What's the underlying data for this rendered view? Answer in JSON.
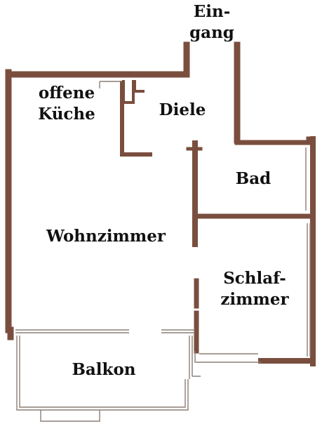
{
  "plan": {
    "wall_color": "#7a4e3e",
    "thin_line_color": "#8c7e76",
    "background": "#ffffff"
  },
  "rooms": {
    "eingang": [
      "Ein-",
      "gang"
    ],
    "kueche": [
      "offene",
      "Küche"
    ],
    "diele": "Diele",
    "bad": "Bad",
    "wohnzimmer": "Wohnzimmer",
    "schlafzimmer": [
      "Schlaf-",
      "zimmer"
    ],
    "balkon": "Balkon"
  }
}
